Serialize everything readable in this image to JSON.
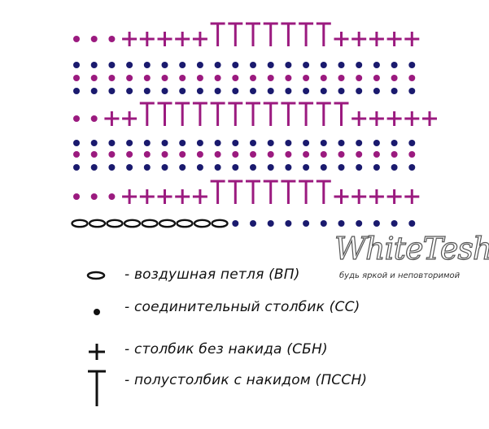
{
  "colors": {
    "purple": "#9b1a7f",
    "navy": "#1a1a6e",
    "black": "#111111"
  },
  "diagram": {
    "rows": [
      [
        "dot:p",
        "dot:p",
        "dot:p",
        "plus:p",
        "plus:p",
        "plus:p",
        "plus:p",
        "plus:p",
        "t:p",
        "t:p",
        "t:p",
        "t:p",
        "t:p",
        "t:p",
        "t:p",
        "plus:p",
        "plus:p",
        "plus:p",
        "plus:p",
        "plus:p"
      ],
      [
        "dot:n",
        "dot:n",
        "dot:n",
        "dot:n",
        "dot:n",
        "dot:n",
        "dot:n",
        "dot:n",
        "dot:n",
        "dot:n",
        "dot:n",
        "dot:n",
        "dot:n",
        "dot:n",
        "dot:n",
        "dot:n",
        "dot:n",
        "dot:n",
        "dot:n",
        "dot:n"
      ],
      [
        "dot:p",
        "dot:p",
        "dot:p",
        "dot:p",
        "dot:p",
        "dot:p",
        "dot:p",
        "dot:p",
        "dot:p",
        "dot:p",
        "dot:p",
        "dot:p",
        "dot:p",
        "dot:p",
        "dot:p",
        "dot:p",
        "dot:p",
        "dot:p",
        "dot:p",
        "dot:p"
      ],
      [
        "dot:n",
        "dot:n",
        "dot:n",
        "dot:n",
        "dot:n",
        "dot:n",
        "dot:n",
        "dot:n",
        "dot:n",
        "dot:n",
        "dot:n",
        "dot:n",
        "dot:n",
        "dot:n",
        "dot:n",
        "dot:n",
        "dot:n",
        "dot:n",
        "dot:n",
        "dot:n"
      ],
      [
        "dot:p",
        "dot:p",
        "plus:p",
        "plus:p",
        "t:p",
        "t:p",
        "t:p",
        "t:p",
        "t:p",
        "t:p",
        "t:p",
        "t:p",
        "t:p",
        "t:p",
        "t:p",
        "t:p",
        "plus:p",
        "plus:p",
        "plus:p",
        "plus:p",
        "plus:p"
      ],
      [
        "dot:n",
        "dot:n",
        "dot:n",
        "dot:n",
        "dot:n",
        "dot:n",
        "dot:n",
        "dot:n",
        "dot:n",
        "dot:n",
        "dot:n",
        "dot:n",
        "dot:n",
        "dot:n",
        "dot:n",
        "dot:n",
        "dot:n",
        "dot:n",
        "dot:n",
        "dot:n"
      ],
      [
        "dot:p",
        "dot:p",
        "dot:p",
        "dot:p",
        "dot:p",
        "dot:p",
        "dot:p",
        "dot:p",
        "dot:p",
        "dot:p",
        "dot:p",
        "dot:p",
        "dot:p",
        "dot:p",
        "dot:p",
        "dot:p",
        "dot:p",
        "dot:p",
        "dot:p",
        "dot:p"
      ],
      [
        "dot:n",
        "dot:n",
        "dot:n",
        "dot:n",
        "dot:n",
        "dot:n",
        "dot:n",
        "dot:n",
        "dot:n",
        "dot:n",
        "dot:n",
        "dot:n",
        "dot:n",
        "dot:n",
        "dot:n",
        "dot:n",
        "dot:n",
        "dot:n",
        "dot:n",
        "dot:n"
      ],
      [
        "dot:p",
        "dot:p",
        "dot:p",
        "plus:p",
        "plus:p",
        "plus:p",
        "plus:p",
        "plus:p",
        "t:p",
        "t:p",
        "t:p",
        "t:p",
        "t:p",
        "t:p",
        "t:p",
        "plus:p",
        "plus:p",
        "plus:p",
        "plus:p",
        "plus:p"
      ],
      [
        "ch:k",
        "ch:k",
        "ch:k",
        "ch:k",
        "ch:k",
        "ch:k",
        "ch:k",
        "ch:k",
        "ch:k",
        "dot:n",
        "dot:n",
        "dot:n",
        "dot:n",
        "dot:n",
        "dot:n",
        "dot:n",
        "dot:n",
        "dot:n",
        "dot:n",
        "dot:n"
      ]
    ]
  },
  "legend": [
    {
      "symbol": "chain-loop",
      "text": "- воздушная петля (ВП)"
    },
    {
      "symbol": "slip-stitch",
      "text": "- соединительный столбик (СС)"
    },
    {
      "symbol": "single-crochet",
      "text": "- столбик без накида (СБН)"
    },
    {
      "symbol": "half-double-crochet",
      "text": "- полустолбик с накидом (ПССН)"
    }
  ],
  "watermark": {
    "title": "WhiteTesh",
    "subtitle": "будь яркой и неповторимой"
  }
}
